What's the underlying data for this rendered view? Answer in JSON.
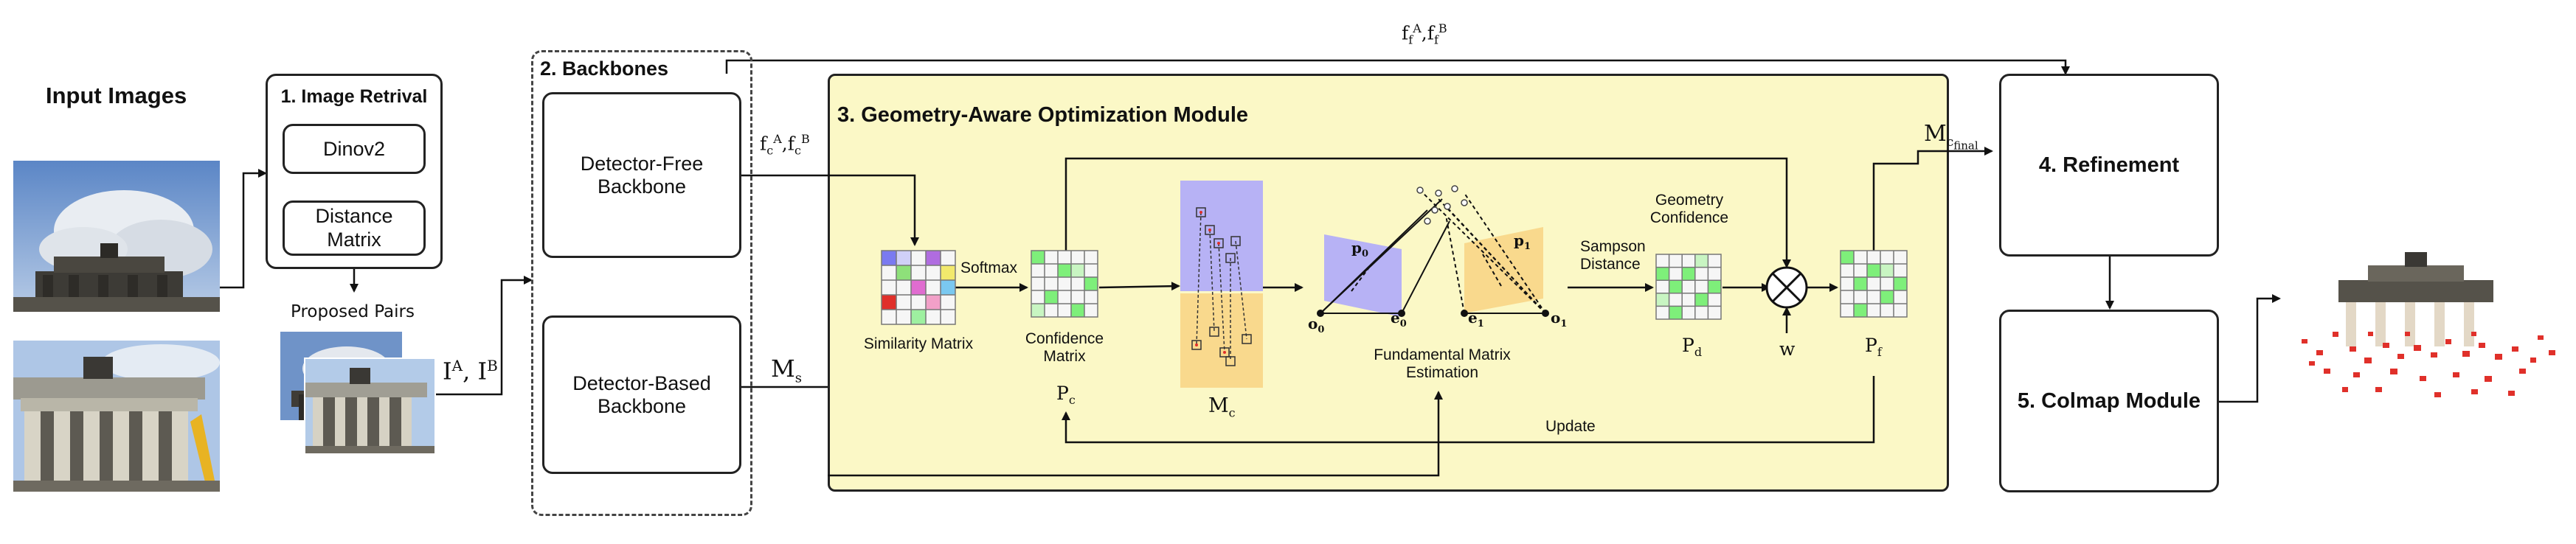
{
  "input_images": {
    "title": "Input Images"
  },
  "retrieval": {
    "title": "1. Image Retrival",
    "dinov2": "Dinov2",
    "distance_matrix": "Distance\nMatrix",
    "proposed_pairs": "Proposed Pairs"
  },
  "backbones": {
    "title": "2. Backbones",
    "detector_free": "Detector-Free\nBackbone",
    "detector_based": "Detector-Based\nBackbone"
  },
  "pair_label": {
    "a": "I",
    "a_sup": "A",
    "sep": ", I",
    "b_sup": "B"
  },
  "coarse_features": {
    "f": "f",
    "c": "c",
    "sa": "A",
    "sep": ",f",
    "sb": "B"
  },
  "fine_features": {
    "f": "f",
    "fsub": "f",
    "sa": "A",
    "sep": ",f",
    "sb": "B"
  },
  "matches_s": {
    "m": "M",
    "sub": "s"
  },
  "optimization": {
    "title": "3. Geometry-Aware Optimization Module",
    "similarity_matrix": "Similarity Matrix",
    "softmax": "Softmax",
    "confidence_matrix": "Confidence\nMatrix",
    "pc": {
      "p": "P",
      "sub": "c"
    },
    "mc": {
      "m": "M",
      "sub": "c"
    },
    "fundamental": "Fundamental Matrix\nEstimation",
    "sampson": "Sampson\nDistance",
    "geometry_confidence": "Geometry\nConfidence",
    "pd": {
      "p": "P",
      "sub": "d"
    },
    "w": "w",
    "pf": {
      "p": "P",
      "sub": "f"
    },
    "update": "Update",
    "epipolar": {
      "o0": "o",
      "o0s": "0",
      "e0": "e",
      "e0s": "0",
      "e1": "e",
      "e1s": "1",
      "o1": "o",
      "o1s": "1",
      "p0": "p",
      "p0s": "0",
      "p1": "p",
      "p1s": "1"
    }
  },
  "mc_final": {
    "m": "M",
    "sub1": "c",
    "sub2": "final"
  },
  "refinement": {
    "title": "4. Refinement"
  },
  "colmap": {
    "title": "5. Colmap Module"
  },
  "colors": {
    "optimization_bg": "#fbf8c6",
    "match_green": "#7eef7a",
    "view_purple": "#b7b2f5",
    "view_orange": "#f9d98d",
    "point_red": "#e0302a"
  }
}
